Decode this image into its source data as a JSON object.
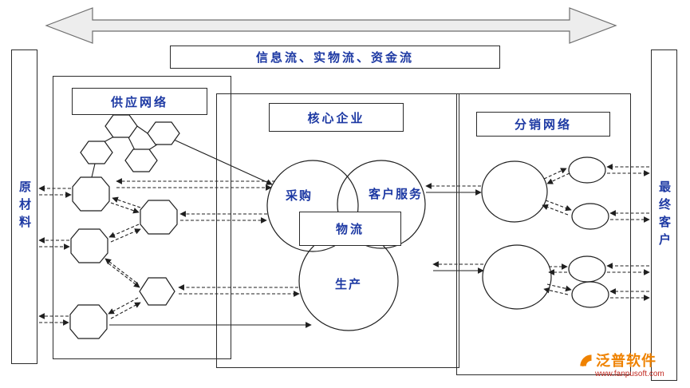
{
  "colors": {
    "label-blue": "#1d39a3",
    "line-black": "#1f1f1f",
    "brand-orange": "#ef8200",
    "brand-red": "#c22a21",
    "banner-fill": "#ededed",
    "banner-stroke": "#6e6e6e"
  },
  "banner": {
    "flow_label": "信息流、实物流、资金流"
  },
  "left_bar": {
    "label": "原材料"
  },
  "right_bar": {
    "label": "最终客户"
  },
  "supply_network": {
    "title": "供应网络"
  },
  "core_enterprise": {
    "title": "核心企业",
    "purchase": "采购",
    "customer_service": "客户服务",
    "logistics": "物流",
    "production": "生产"
  },
  "distribution_network": {
    "title": "分销网络"
  },
  "watermark": {
    "brand": "泛普软件",
    "url": "www.fanpusoft.com"
  }
}
